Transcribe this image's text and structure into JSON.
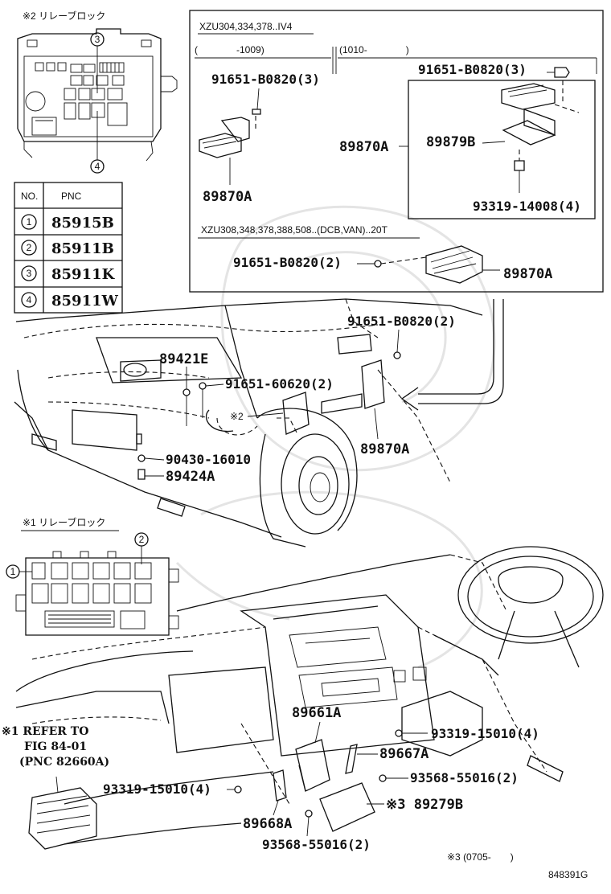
{
  "relay_block_2": {
    "title": "※2 リレーブロック",
    "callout_3": "3",
    "callout_4": "4"
  },
  "pnc_table": {
    "header_no": "NO.",
    "header_pnc": "PNC",
    "rows": [
      {
        "no": "1",
        "pnc": "85915B"
      },
      {
        "no": "2",
        "pnc": "85911B"
      },
      {
        "no": "3",
        "pnc": "85911K"
      },
      {
        "no": "4",
        "pnc": "85911W"
      }
    ]
  },
  "variant_box": {
    "model_top": "XZU304,334,378..IV4",
    "date_left": "(　　　　-1009)",
    "date_right": "(1010-　　　　)",
    "left_bolt": "91651-B0820(3)",
    "left_part": "89870A",
    "right_bolt": "91651-B0820(3)",
    "right_part_outer": "89870A",
    "right_bracket": "89879B",
    "right_nut": "93319-14008(4)",
    "model_bottom": "XZU308,348,378,388,508..(DCB,VAN)..20T",
    "bottom_bolt": "91651-B0820(2)",
    "bottom_part": "89870A"
  },
  "engine_bay": {
    "bolt_2": "91651-B0820(2)",
    "part_89421e": "89421E",
    "bolt_60620": "91651-60620(2)",
    "mark_2": "※2",
    "part_89870a": "89870A",
    "clip_90430": "90430-16010",
    "part_89424a": "89424A"
  },
  "relay_block_1": {
    "title": "※1 リレーブロック",
    "callout_1": "1",
    "callout_2": "2"
  },
  "dashboard": {
    "part_89661a": "89661A",
    "nut_15010_right": "93319-15010(4)",
    "part_89667a": "89667A",
    "screw_55016_right": "93568-55016(2)",
    "part_89279b": "※3 89279B",
    "nut_15010_left": "93319-15010(4)",
    "part_89668a": "89668A",
    "screw_55016_bottom": "93568-55016(2)",
    "refer_line1": "※1 REFER TO",
    "refer_line2": "FIG 84-01",
    "refer_line3": "(PNC 82660A)",
    "note_3": "※3 (0705-　　)",
    "figure_id": "848391G"
  }
}
